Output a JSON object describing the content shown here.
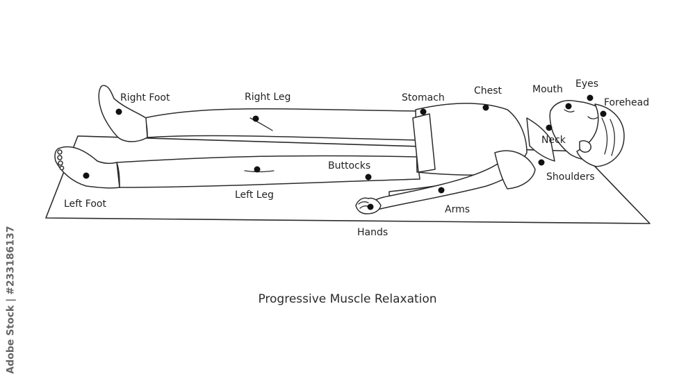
{
  "title": "Progressive Muscle Relaxation",
  "watermark": "Adobe Stock | #233186137",
  "labels": {
    "right_foot": "Right Foot",
    "right_leg": "Right Leg",
    "stomach": "Stomach",
    "chest": "Chest",
    "mouth": "Mouth",
    "eyes": "Eyes",
    "forehead": "Forehead",
    "neck": "Neck",
    "buttocks": "Buttocks",
    "shoulders": "Shoulders",
    "left_foot": "Left Foot",
    "left_leg": "Left Leg",
    "arms": "Arms",
    "hands": "Hands"
  },
  "colors": {
    "line": "#2b2b2b",
    "dot": "#111111",
    "label": "#1f1f1f"
  }
}
